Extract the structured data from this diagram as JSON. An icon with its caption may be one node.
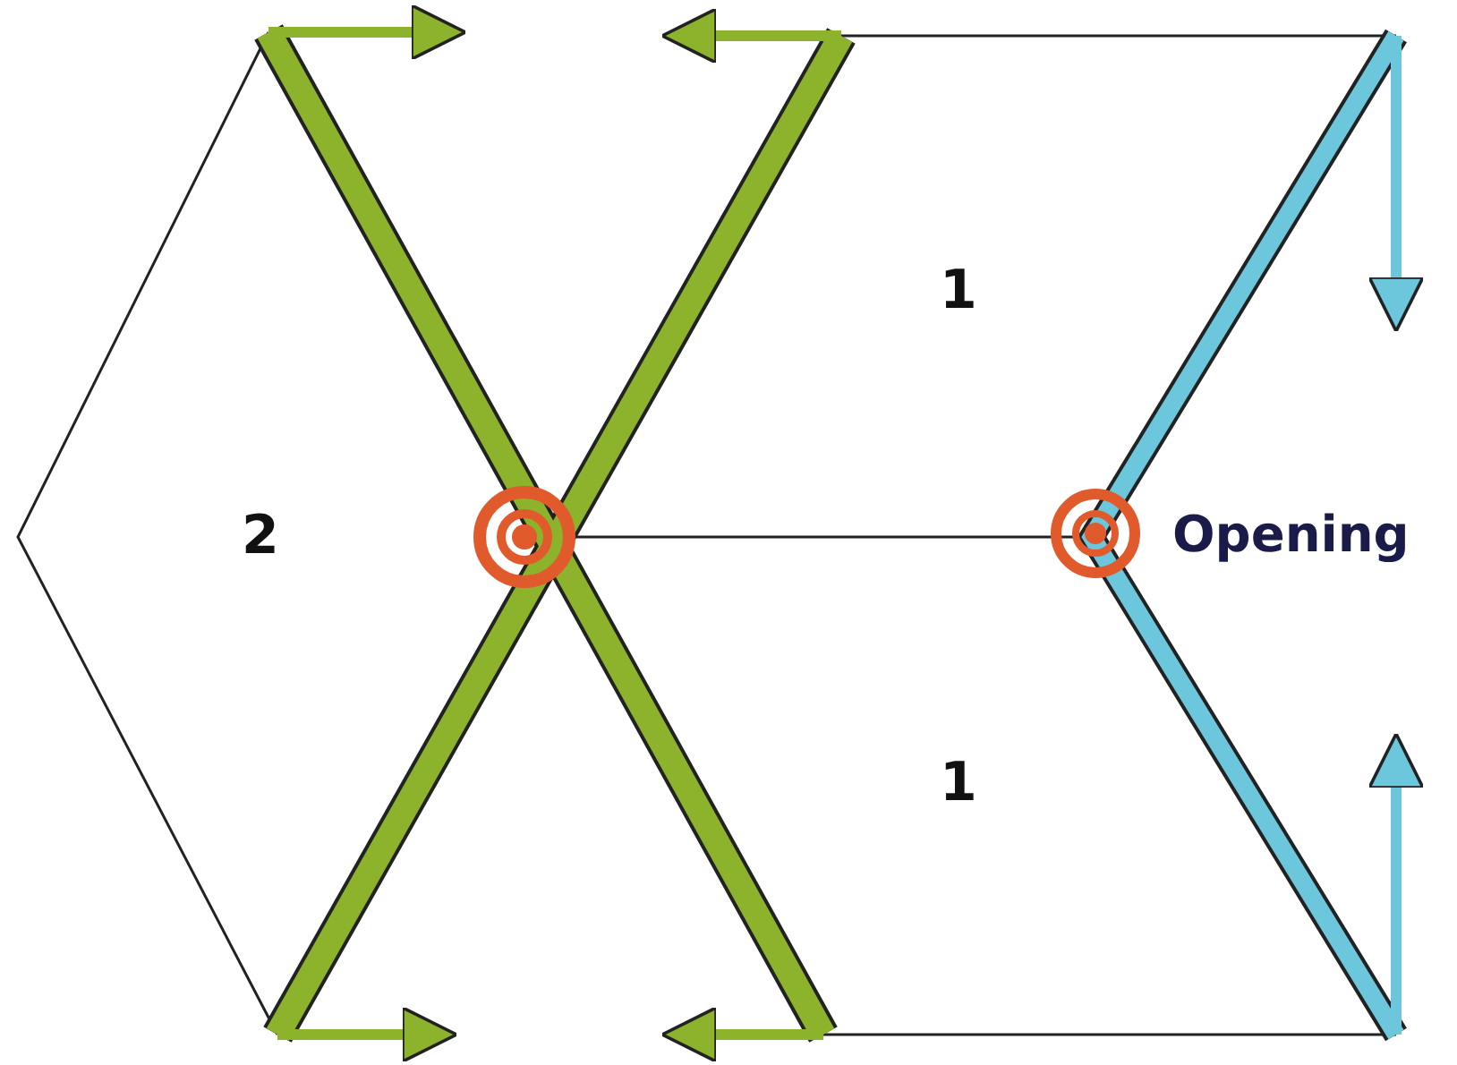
{
  "diagram": {
    "labels": [
      "1",
      "2",
      "Opening",
      "1"
    ]
  }
}
